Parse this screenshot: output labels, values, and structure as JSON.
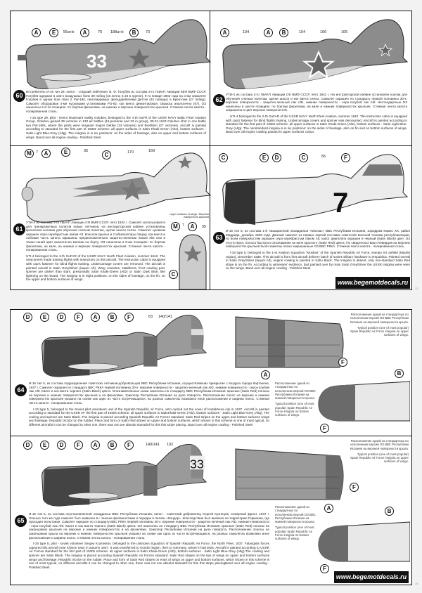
{
  "website": "www.begemotdecals.ru",
  "page_numbers": [
    "31",
    "19"
  ],
  "profiles": [
    {
      "id": "60",
      "callouts": [
        "A",
        "E",
        "55a+b",
        "A",
        "70",
        "188a+b",
        "B",
        "73"
      ],
      "fuselage_number": "33",
      "ru": "Истребитель И-16 тип 29, пилот - старший лейтенант В. Ф. Голубев из состава 4-го ГвИАП Авиации КБФ ВМФ СССР. Голубев одержал в 133-х воздушных боях 39 побед (16 лично и 23 в группе). 9-го января 1943 года на этом самолете Голубев в одном бою сбил 2 FW-190, пилотируемых фельдфебелями Деттке (33 победы) и Брехтлем (27 побед). Самолет оборудован 4-мя пусковыми установками РО-82, кок винта демонтирован. Окраска аналогично (57). ОЗ нанесены в 6-ти позициях: по бортам фюзеляжа, на нижних и верхних поверхностях крыльев. Стяжная лента капота - полированная сталь.",
      "en": "I-16 type 29, pilot - senior lieutenant Vasiliy Golubev, belonged to the 4-th GuFR of the USSR NAVY Baltic Fleet Aviation Group. Golubev gained 39 victories in 133 air battles (16-personal and 23 in group), 09.01.1943 Golubev shot in one battle two FW-190s, where the pilots were sergeant majors Dettke (33 victories) and Brehtlem (27 victories). Aircraft is painted according to standard for the first part of 1930s scheme: all upper surfaces is Satin Khaki-Green (Altz), bottom surfaces - Satin Light Blue-Grey (Altg). The insignia is in six positions: on the sides of fuselage, also on upper and bottom surfaces of wings. Band over all engine cowling - Polished Steel."
    },
    {
      "id": "62",
      "callouts": [
        "A",
        "104",
        "A",
        "B",
        "104",
        "106",
        "105"
      ],
      "ru": "УТИ-4 из состава 2-го ГвИАП Авиации СФ ВМФ СССР, лето 1942 г. На инструкторской кабине установлен колпак для обучения слепым полетам, щитки шасси и кок винта сняты. Самолет окрашен по стандарту первой половины 30-х: верхние поверхности - защитно-зеленый лак Altz, нижние поверхности - серо-голубой лак Altr. Нестандартные ОЗ нанесены в шести позициях: по бортам фюзеляжа, на киле и нижних поверхностях крыльев. Стяжная лента капота закрашена в цвет верхних поверхностей.",
      "en": "UTI-4 belonged to the 2-th GuFAR of the USSR NAVY North Fleet Aviation, summer 1942. The instruction cabin is equipped with cap's fastener for blind flights training. Undercarriage covers and spinner was demounted. Aircraft is painted according to standard for the first part of 1930s scheme: all upper surfaces is Satin Khaki-Green (Altz), bottom surfaces - Satin Light Blue-Grey (Altg). The nonstandard insignia is in six positions: on the sides of fuselage, also on fin and on bottom surfaces of wings. Band over all engine cowling painted in upper surfaces colour."
    },
    {
      "id": "61",
      "callouts": [
        "M",
        "7",
        "A",
        "E",
        "35",
        "C",
        "170",
        "169",
        "M",
        "7",
        "A",
        "35",
        "C"
      ],
      "wing_note": "Upper surfaces of wings / Верхняя поверхность крыльев",
      "ru": "УТИ-4 из состава 2-го ГвИАП Авиации СФ ВМФ СССР, лето 1942 г. Самолет использовался для тренировочных полетов новых летчиков, на инструкторской кабине установлены крепления колпака для обучения слепым полетам, щитки шасси сняты. Самолет целиком окрашен серо-серебристым лаком Alt. Консоли крылье и стабилизаторы сверху, кок винта и лобовая часть капота окрашены предположительно защитно-зеленым лаком Altz или в темно-синий цвет аналогично молнии на борту. ОЗ нанесены в 8-ми позициях: по бортам фюзеляжа, на киле, на нижних и верхних поверхностях крыльев. Стяжная лента капота - полированная сталь.",
      "en": "UTI-4 belonged to the 2-th GuFAR of the USSR NAVY North Fleet Aviation, summer 1942. The newcomers made training flights with instructors on this aircraft. The instruction cabin is equipped with cap's fastener for blind flights training. Undercarriage covers are removed. The aircraft is painted overall in Satin Grey/Silver (laquer Alt). Wing consoles, stabilizers, front cowling part, spinner are darker than stars, presumably Satin Khaki-Green (Altz) or Satin Dark Blue, like lightning on the board. The insignia is in eight positions: on the sides of fuselage, on the fin, on the upper and bottom surfaces of wings."
    },
    {
      "id": "63",
      "callouts": [
        "C",
        "E",
        "D",
        "C",
        "56",
        "F"
      ],
      "fuselage_number": "7",
      "ru": "И-16 тип 5, из состава 1-й Авиационной Эскадрильи «Москас» ВВС Республики Испания, аэродром Кампо XX, район Мадрида, декабрь 1936 года. Данный самолет из первых партий поставки советской военной техники республиканцам, по всем поверхностям окрашен серо-серебристым лаком Alt, капот двигателя окрашен в черный (Satin Black) цвет. ОЗ отсутствуют, полоса быстрого опознавания на киле красного (Satin Red) цвета. По свидетельствам очевидцев на верхних поверхностях крыльев были заметны плохо закрашенные ОЗ ВВС РККА. Стяжная лента капота - полированная сталь.",
      "en": "I-16 type 5, belonged to the 1-st Aviation Squadron \"Moskas\" of the Spanish Republic Air Force, Kampo XX airfield (Madrid region), December 1936. This aircraft is from first aircraft delivery batch of soviet military hardware to Republica. Painted overall in Satin Grey/Silver (laquer Alt), engine cowling is painted in Satin Black. The insignia is absent, only non-standard Satin Red stripe is on the fin. According to witnesses' evidence, bad painted over by main Satin Grey/Silver the USSR insignia were seen on the wings. Band over all engine cowling - Polished Steel."
    },
    {
      "id": "64",
      "callouts": [
        "D",
        "E",
        "D",
        "F",
        "A",
        "B",
        "F",
        "63",
        "140/141",
        "A",
        "F",
        "F",
        "B"
      ],
      "upper_note_ru": "Расположение одной из стандартных по исполнению версий ОЗ ВВС Республики Испания на верхней поверхности крыла.",
      "upper_note_en": "Typical position (one of most popular) Spain Republic Air Force insignia on upper surfaces of wings.",
      "lower_note_ru": "Расположение одной из стандартных по исполнению версий ОЗ ВВС Республики Испания на нижней поверхности крыла.",
      "lower_note_en": "Typical position (one of most popular) Spain Republic Air Force insignia on bottom surfaces of wings.",
      "ru": "И-16 тип 5, из состава подразделения советских летчиков-добровольцев ВВС Республики Испания, осуществлявших прикрытие с воздуха города Картахена, 1937 г. Самолет окрашен по стандарту ВВС РККА первой половины 30-х: верхние поверхности - защитно-зеленый лак Altz, нижние поверхности - серо-голубой лак Altr. Капот и кок винта черного (Satin Black) цвета. Опознавательные знаки нанесены по стандарту ВВС Республики Испания: красные (Satin Red) полосы на верхних и нижних поверхностях крыльев и на фюзеляже, триколор Республики Испания на руле поворота. Расположение полос на верхних и нижних поверхностях крыльев указано на схеме как одно из часто встречающихся, на разных самолетах возможно иное расположение и ширина полос. Стяжная лента капота - полированная сталь.",
      "en": "I-16 type 5, belonged to the Soviet pilot volunteers unit of the Spanish Republic Air Force, who carried out the cover of Kartakhena city in 1937. Aircraft is painted according to standard for the USSR AF the first part of 1930s scheme: all upper surfaces is SatinKhaki-Green (Altz), bottom surfaces - Satin Light Blue-Grey (Altg). The coeling and spinner are Satin Black. The insignia is placed according Spanish Republic Air Forces standard: Satin Red stripes on the upper and bottom surfaces wings and fuselage, Republic tricolor on the rudder. Place and form of Satin Red stripes on upper and bottom surfaces, which shown in this scheme is one of most typical, on different aircrafts it can be changed to other one, there was not one absolut stanadrd for this this stripe placing. Band over all engine cowling - Polished Steel."
    },
    {
      "id": "65",
      "callouts": [
        "D",
        "E",
        "D",
        "F",
        "A",
        "B",
        "F",
        "140/141",
        "102",
        "A",
        "F",
        "F",
        "B"
      ],
      "fin_number": "33",
      "upper_note_ru": "Расположение одной из стандартных по исполнению версий ОЗ ВВС Республики Испания на верхней поверхности крыла.",
      "upper_note_en": "Typical position (one of most popular) Spain Republic Air Force insignia on upper surfaces of wings.",
      "lower_note_ru": "Расположение одной из стандартных по исполнению версий ОЗ ВВС Республики Испания на нижней поверхности крыла.",
      "lower_note_en": "Typical position (one of most popular) Spain Republic Air Force insignia on bottom surfaces of wings.",
      "ru": "И-16 тип 5, из состава неустановленной эскадрильи ВВС Республики Испания, пилот - советский доброволец Сергей Кузнецов, Северный фронт, 1937 г. Осенью того же года самолет был захвачен в г. Хихоне фалангистами и передан в легион «Кондор», впоследствии был вывезен на территорию Германии, где проходил испытания. Самолет окрашен по стандарту ВВС РККА первой половины 30-х: верхние поверхности - защитно-зеленый лак Altz, нижние поверхности - серо-голубой лак Altr. Капот и кок винта черного (Satin Black) цвета. ОЗ нанесены по стандарту ВВС Республики Испания: красные (Satin Red) полосы на законцовках крыльев на верхних и нижних поверхностях и на фюзеляже, триколор Республики Испания на руле поворота. Расположение полосы на законцовках крыла на верхних и нижних поверхностях крыльев указано на схеме как одно из часто встречающихся, на разных самолетах возможно иное расположение и ширина полос. Стяжная лента капота - полированная сталь.",
      "en": "I-16 type 5, pilot - soviet volunteer Sergey Kuznetsov, belonged to the unknown Squadron of Spanish Republic Air Force, the North Fleet, 1937. Falangists forces captured this aircraft near Khinon town in autumn 1937. It was transferred to Kondor legion, then to Germany, where it had tests. Aircraft is painted according to USSR Air Forces standard for the first part of 1930s scheme: all upper surfaces is Satin Khaki-Green (Altz), bottom surfaces - Satin Light Blue-Grey (Altg).The cowling and spinner are Satin Black. The insignia is placed according Spanish Republic Air Forces standard: Satin Red stripes on the tips of wings on upper and bottom surfaces wings and fuselage, Republic tricolor on the rudder. Place and form of Satin Red stripes on ends of wings on upper and bottom surfaces, which shown in this scheme is one of most typical, on different aircrafts it can be changed to other one, there was not one absolut stanadrd for this this stripe placingBand over all engine cowling - Polished Steel."
    }
  ],
  "colors": {
    "khaki_green": "#8a8a8a",
    "light_blue_grey": "#d4d4d4",
    "silver": "#e6e6e6",
    "black": "#2a2a2a",
    "red": "#7a7a7a"
  }
}
